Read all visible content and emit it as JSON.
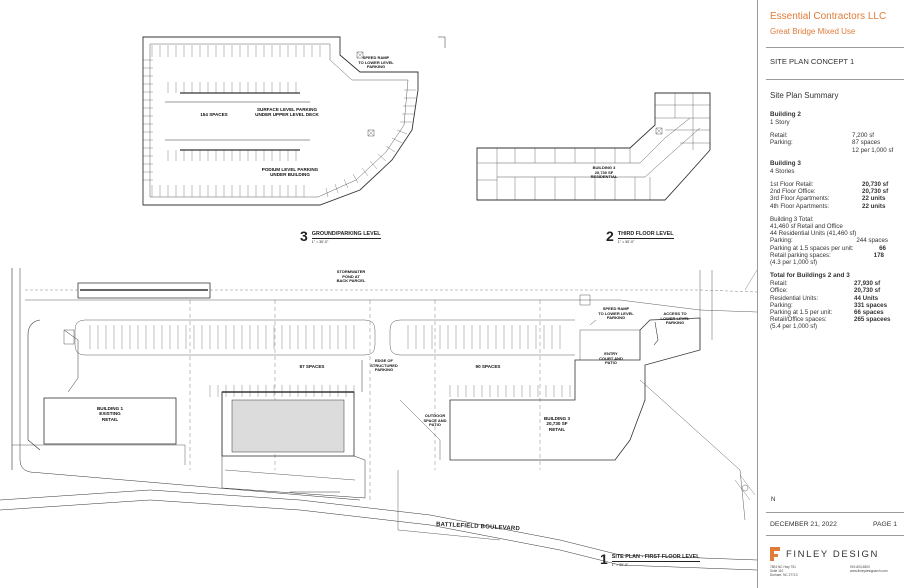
{
  "title_block": {
    "company": "Essential Contractors LLC",
    "project": "Great Bridge Mixed Use",
    "sheet_title": "SITE PLAN CONCEPT 1",
    "summary_title": "Site Plan Summary",
    "date": "DECEMBER 21, 2022",
    "page": "PAGE 1",
    "accent_color": "#e07b39",
    "firm": {
      "name": "FINLEY DESIGN",
      "address": "7804 NC Hwy 751\nSuite 110\nDurham, NC 27713",
      "contact": "919-603-8300\nwww.finleydesignarch.com"
    }
  },
  "summary": {
    "building2": {
      "title": "Building 2",
      "subtitle": "1 Story",
      "retail_label": "Retail:",
      "retail_value": "7,200 sf",
      "parking_label": "Parking:",
      "parking_value": "87 spaces",
      "parking_ratio": "12 per 1,000 sf"
    },
    "building3": {
      "title": "Building 3",
      "subtitle": "4 Stories",
      "rows": [
        {
          "label": "1st Floor Retail:",
          "value": "20,730 sf"
        },
        {
          "label": "2nd Floor Office:",
          "value": "20,730 sf"
        },
        {
          "label": "3rd Floor Apartments:",
          "value": "22 units"
        },
        {
          "label": "4th Floor Apartments:",
          "value": "22 units"
        }
      ],
      "total_title": "Building 3 Total:",
      "total_line1": "41,460 sf Retail and Office",
      "total_line2": "44 Residential Units (41,460 sf)",
      "parking_label": "Parking:",
      "parking_value": "244 spaces",
      "parking15_label": "Parking at 1.5 spaces per unit:",
      "parking15_value": "66",
      "retail_parking_label": "Retail parking spaces:",
      "retail_parking_value": "178",
      "ratio": "(4.3 per 1,000 sf)"
    },
    "totals": {
      "title": "Total for Buildings 2 and 3",
      "rows": [
        {
          "label": "Retail:",
          "value": "27,930 sf"
        },
        {
          "label": "Office:",
          "value": "20,730 sf"
        },
        {
          "label": "Residential Units:",
          "value": "44 Units"
        },
        {
          "label": "Parking:",
          "value": "331 spaces"
        },
        {
          "label": "Parking at 1.5 per unit:",
          "value": "66 spaces"
        },
        {
          "label": "Retail/Office spaces:",
          "value": "265 spacees"
        }
      ],
      "ratio": "(5.4 per 1,000 sf)"
    }
  },
  "views": {
    "ground": {
      "number": "3",
      "name": "GROUND/PARKING LEVEL",
      "scale": "1\" = 30'-0\""
    },
    "third": {
      "number": "2",
      "name": "THIRD FLOOR LEVEL",
      "scale": "1\" = 30'-0\""
    },
    "first": {
      "number": "1",
      "name": "SITE PLAN - FIRST FLOOR LEVEL",
      "scale": "1\" = 30'-0\""
    }
  },
  "labels": {
    "ramp_upper": "SPEED RAMP\nTO LOWER LEVEL\nPARKING",
    "spaces_154": "154 SPACES",
    "surface_parking": "SURFACE LEVEL PARKING\nUNDER UPPER LEVEL DECK",
    "podium_parking": "PODIUM LEVEL PARKING\nUNDER BUILDING",
    "building3_res": "BUILDING 3\n20,730 SF\nRESIDENTIAL",
    "stormwater": "STORMWATER\nPOND AT\nBACK PARCEL",
    "ramp_lower": "SPEED RAMP\nTO LOWER LEVEL\nPARKING",
    "access": "ACCESS TO\nLOWER LEVEL\nPARKING",
    "entry": "ENTRY\nCOURT AND\nPATIO",
    "spaces_87": "87 SPACES",
    "spaces_90": "90 SPACES",
    "edge_structured": "EDGE OF\nSTRUCTURED\nPARKING",
    "building1": "BUILDING 1\nEXISTING\nRETAIL",
    "outdoor": "OUTDOOR\nSPACE AND\nPATIO",
    "building3_retail": "BUILDING 3\n20,730 SF\nRETAIL",
    "street": "BATTLEFIELD BOULEVARD",
    "north": "N"
  }
}
